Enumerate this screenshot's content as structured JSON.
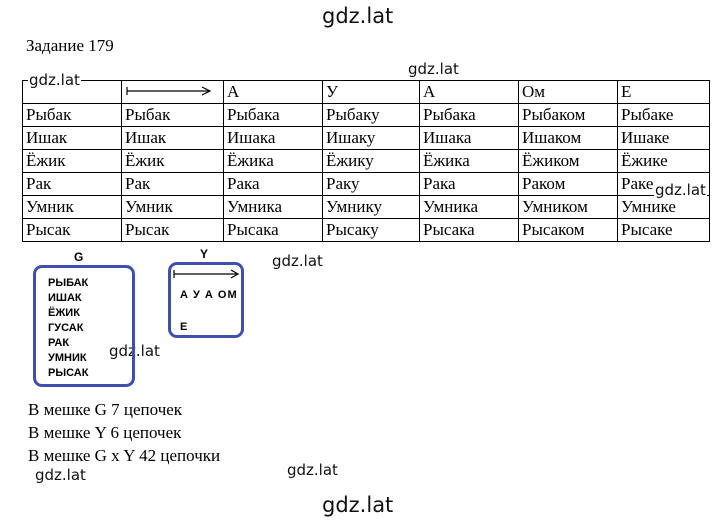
{
  "watermark": {
    "text": "gdz.lat"
  },
  "task": {
    "title": "Задание 179"
  },
  "table": {
    "header": [
      "",
      "",
      "А",
      "У",
      "А",
      "Ом",
      "Е"
    ],
    "rows": [
      [
        "Рыбак",
        "Рыбак",
        "Рыбака",
        "Рыбаку",
        "Рыбака",
        "Рыбаком",
        "Рыбаке"
      ],
      [
        "Ишак",
        "Ишак",
        "Ишака",
        "Ишаку",
        "Ишака",
        "Ишаком",
        "Ишаке"
      ],
      [
        "Ёжик",
        "Ёжик",
        "Ёжика",
        "Ёжику",
        "Ёжика",
        "Ёжиком",
        "Ёжике"
      ],
      [
        "Рак",
        "Рак",
        "Рака",
        "Раку",
        "Рака",
        "Раком",
        "Раке"
      ],
      [
        "Умник",
        "Умник",
        "Умника",
        "Умнику",
        "Умника",
        "Умником",
        "Умнике"
      ],
      [
        "Рысак",
        "Рысак",
        "Рысака",
        "Рысаку",
        "Рысака",
        "Рысаком",
        "Рысаке"
      ]
    ]
  },
  "bag_g": {
    "label": "G",
    "items": [
      "РЫБАК",
      "ИШАК",
      "ЁЖИК",
      "ГУСАК",
      "РАК",
      "УМНИК",
      "РЫСАК"
    ]
  },
  "bag_y": {
    "label": "Y",
    "row1": "А У А ОМ",
    "row2": "Е"
  },
  "summary": [
    "В мешке G 7 цепочек",
    "В мешке Y 6 цепочек",
    "В мешке G x Y 42 цепочки"
  ],
  "icons": {
    "table_arrow": "right-arrow-icon",
    "bag_arrow": "right-arrow-icon"
  },
  "colors": {
    "bag_border": "#3f4fb0"
  }
}
